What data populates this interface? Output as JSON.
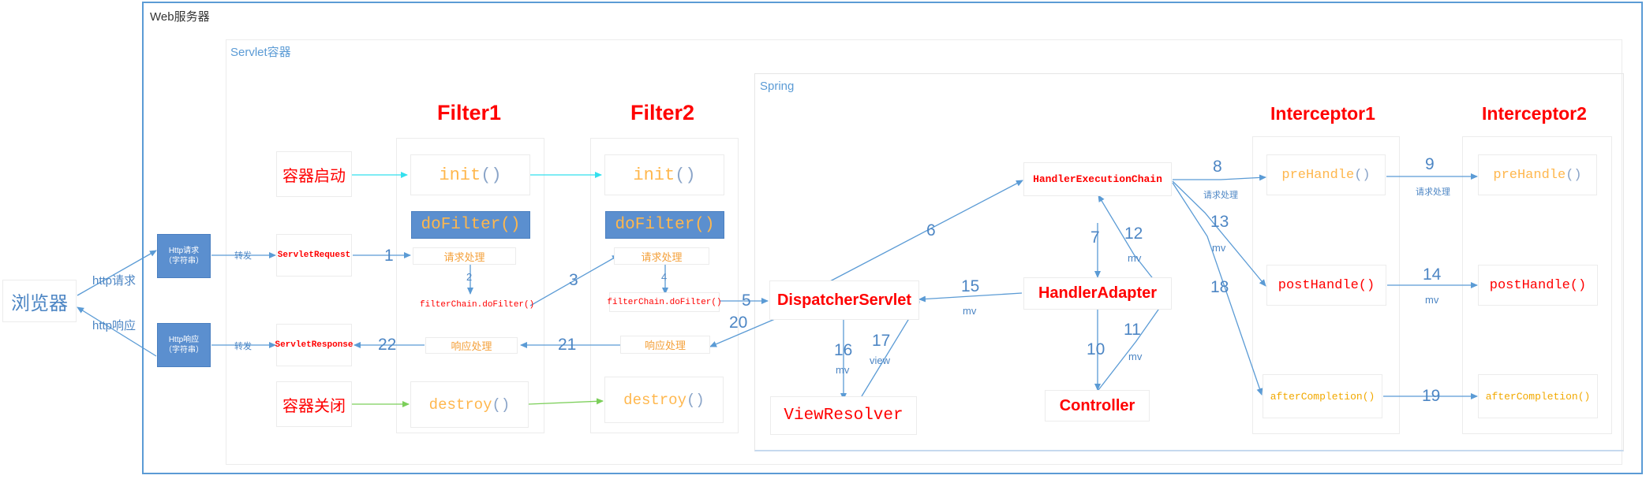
{
  "colors": {
    "blue_line": "#5b9bd5",
    "cyan_line": "#33e0ee",
    "green_line": "#7ccf5a",
    "red_text": "#ff0000",
    "orange_text": "#ffb74d",
    "orange_sub": "#f4a03a",
    "gray_text": "#8aa4c8",
    "block_blue": "#5b8fcf"
  },
  "containers": {
    "web_server": "Web服务器",
    "servlet_container": "Servlet容器",
    "spring": "Spring"
  },
  "browser": "浏览器",
  "http_request": "http请求",
  "http_response": "http响应",
  "http_req_box": {
    "line1": "Http请求",
    "line2": "（字符串）"
  },
  "http_resp_box": {
    "line1": "Http响应",
    "line2": "（字符串）"
  },
  "forward": "转发",
  "servlet_request": "ServletRequest",
  "servlet_response": "ServletResponse",
  "container_start": "容器启动",
  "container_close": "容器关闭",
  "filter1": {
    "title": "Filter1",
    "init": "init",
    "parens": "()",
    "dofilter": "doFilter()",
    "request_handle": "请求处理",
    "chain": "filterChain.doFilter()",
    "response_handle": "响应处理",
    "destroy": "destroy"
  },
  "filter2": {
    "title": "Filter2",
    "init": "init",
    "parens": "()",
    "dofilter": "doFilter()",
    "request_handle": "请求处理",
    "chain": "filterChain.doFilter()",
    "response_handle": "响应处理",
    "destroy": "destroy"
  },
  "spring_nodes": {
    "dispatcher": "DispatcherServlet",
    "view_resolver": "ViewResolver",
    "handler_chain": "HandlerExecutionChain",
    "handler_adapter": "HandlerAdapter",
    "controller": "Controller"
  },
  "interceptor1": {
    "title": "Interceptor1",
    "pre": "preHandle",
    "parens": "()",
    "post": "postHandle()",
    "after": "afterCompletion()"
  },
  "interceptor2": {
    "title": "Interceptor2",
    "pre": "preHandle",
    "parens": "()",
    "post": "postHandle()",
    "after": "afterCompletion()"
  },
  "steps": {
    "s1": "1",
    "s2": "2",
    "s3": "3",
    "s4": "4",
    "s5": "5",
    "s6": "6",
    "s7": "7",
    "s8": "8",
    "s9": "9",
    "s10": "10",
    "s11": "11",
    "s12": "12",
    "s13": "13",
    "s14": "14",
    "s15": "15",
    "s16": "16",
    "s17": "17",
    "s18": "18",
    "s19": "19",
    "s20": "20",
    "s21": "21",
    "s22": "22"
  },
  "mv": "mv",
  "view": "view",
  "request_handle_note": "请求处理"
}
